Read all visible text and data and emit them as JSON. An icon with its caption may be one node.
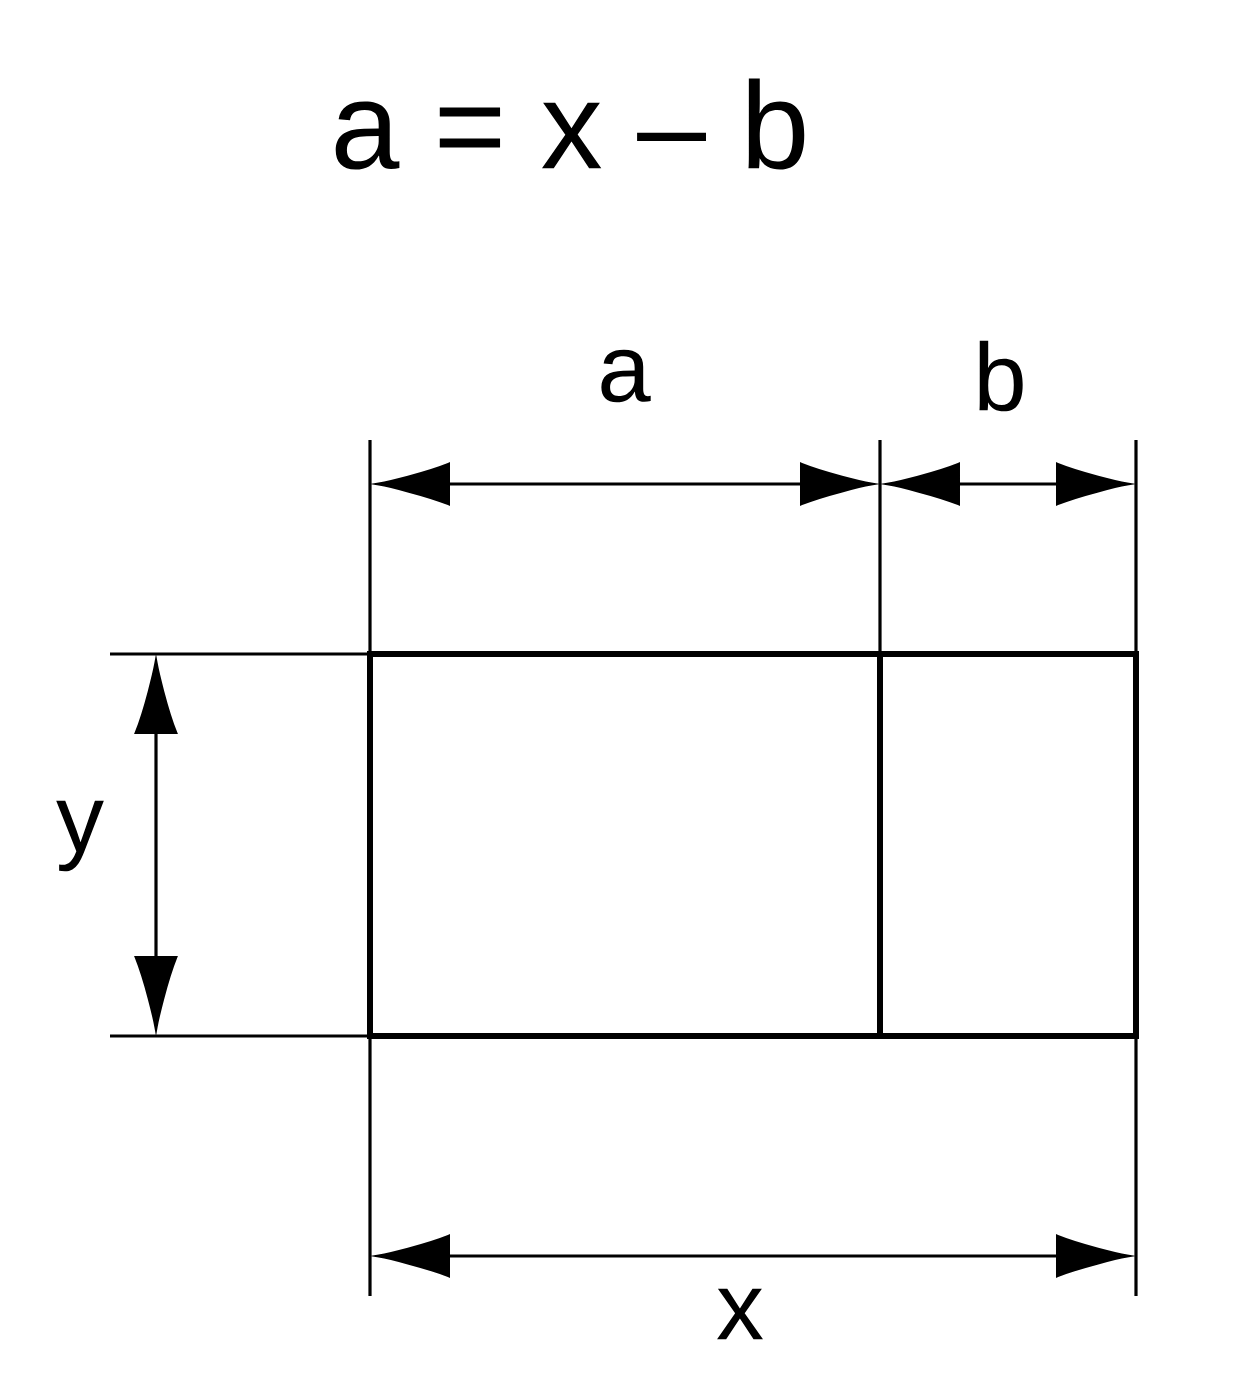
{
  "diagram": {
    "title": "a = x – b",
    "labels": [
      "a",
      "b",
      "y",
      "x"
    ]
  }
}
